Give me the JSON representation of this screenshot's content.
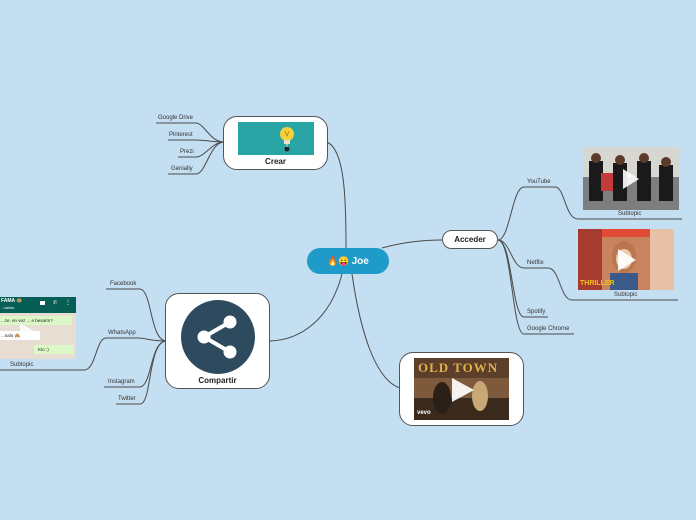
{
  "central": {
    "label": "Joe",
    "emoji": "🔥😛"
  },
  "crear": {
    "title": "Crear",
    "children": [
      "Google Drive",
      "Pinterest",
      "Prezi",
      "Genially"
    ]
  },
  "compartir": {
    "title": "Compartir",
    "children": [
      "Facebook",
      "WhatsApp",
      "Instagram",
      "Twitter"
    ],
    "whatsapp_subtopic": "Subtopic"
  },
  "acceder": {
    "title": "Acceder",
    "children": [
      "YouTube",
      "Netflix",
      "Spotify",
      "Google Chrome"
    ],
    "youtube_subtopic": "Subtopic",
    "netflix_subtopic": "Subtopic"
  },
  "whatsapp_preview": {
    "chat_name": "FAMA 🐵",
    "chat_status": "...tarios",
    "msg1": "...ze, en vez ... e besarm?",
    "msg2": "...nalo 🙈",
    "msg3": "Kto :)"
  },
  "video": {
    "title_art": "OLD TOWN",
    "watermark": "vevo"
  },
  "netflix_art": "THRILLER",
  "colors": {
    "background": "#c5dff2",
    "central": "#1f9bc9",
    "line": "#4a4a4a",
    "share_icon": "#2e4a5e"
  }
}
